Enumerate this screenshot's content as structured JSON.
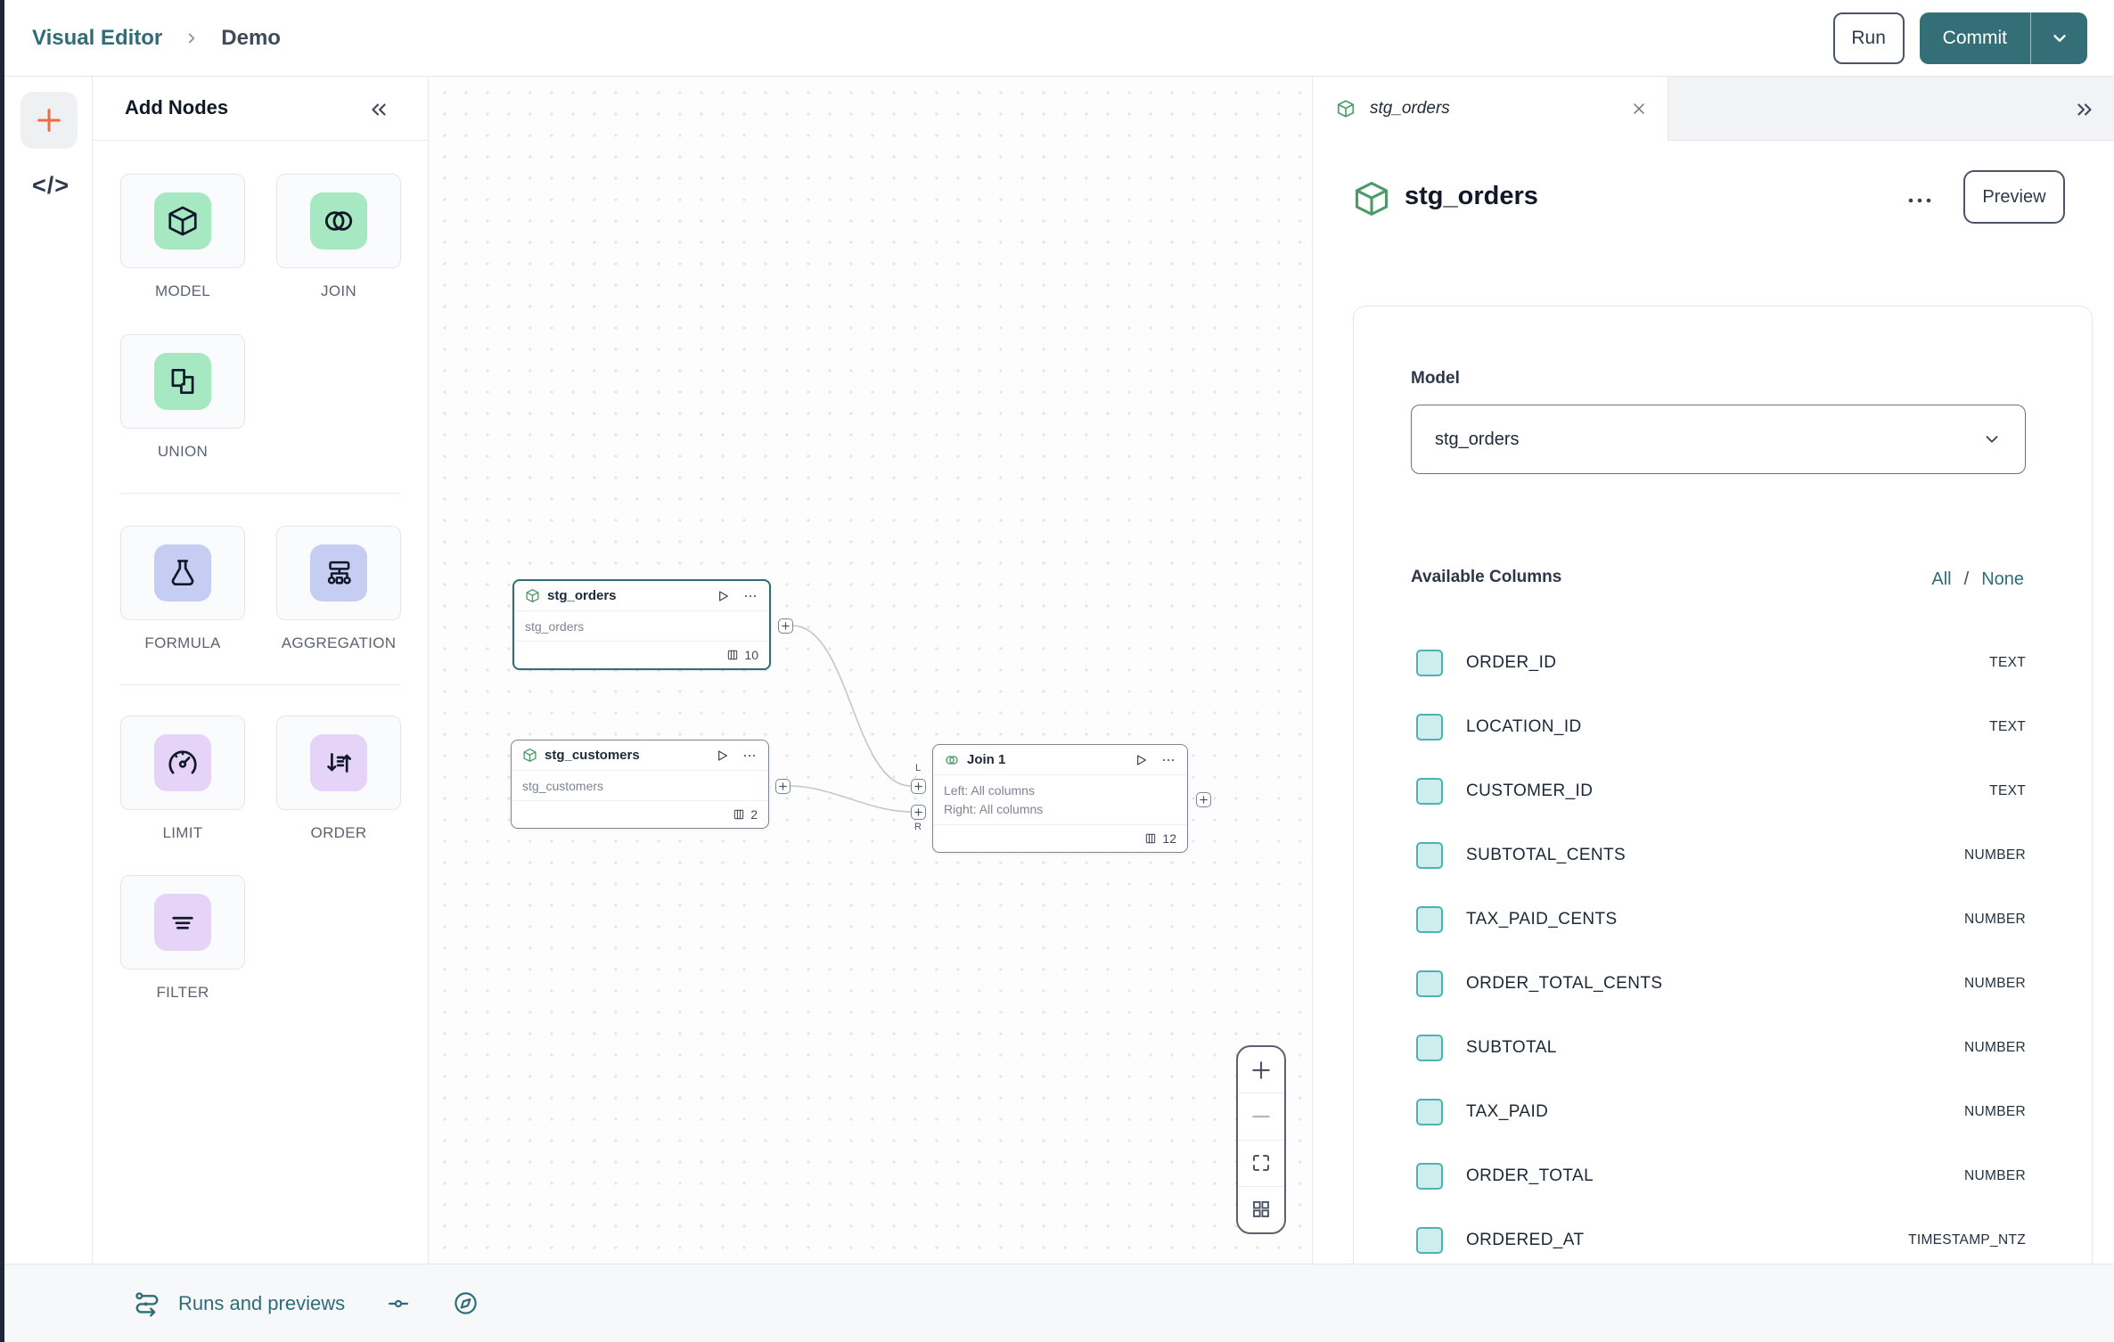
{
  "colors": {
    "brand_teal": "#2e6d77",
    "commit_button": "#346f78",
    "mint_chip": "#a6e8c1",
    "periwinkle_chip": "#c6cdf3",
    "purple_chip": "#e6d4f8",
    "node_icon_green": "#4b9b68",
    "checkbox_fill": "#cdeeec",
    "checkbox_border": "#4fb3ad",
    "add_plus_orange": "#ee6a4b"
  },
  "topbar": {
    "breadcrumb": [
      "Visual Editor",
      "Demo"
    ],
    "run_label": "Run",
    "commit_label": "Commit"
  },
  "left_rail": {
    "code_glyph": "</>"
  },
  "palette": {
    "title": "Add Nodes",
    "groups": [
      {
        "items": [
          {
            "label": "MODEL",
            "icon": "cube-icon"
          },
          {
            "label": "JOIN",
            "icon": "venn-icon"
          },
          {
            "label": "UNION",
            "icon": "union-icon"
          }
        ]
      },
      {
        "items": [
          {
            "label": "FORMULA",
            "icon": "flask-icon"
          },
          {
            "label": "AGGREGATION",
            "icon": "sitemap-icon"
          }
        ]
      },
      {
        "items": [
          {
            "label": "LIMIT",
            "icon": "gauge-icon"
          },
          {
            "label": "ORDER",
            "icon": "sort-icon"
          },
          {
            "label": "FILTER",
            "icon": "filter-icon"
          }
        ]
      }
    ]
  },
  "canvas": {
    "nodes": [
      {
        "title": "stg_orders",
        "subtitle": "stg_orders",
        "columns_count": "10"
      },
      {
        "title": "stg_customers",
        "subtitle": "stg_customers",
        "columns_count": "2"
      },
      {
        "title": "Join 1",
        "body_lines": [
          "Left: All columns",
          "Right: All columns"
        ],
        "columns_count": "12",
        "ports": {
          "left_top": "L",
          "left_bottom": "R"
        }
      }
    ],
    "zoom_controls": [
      "zoom-in",
      "zoom-out",
      "fit-view",
      "grid-view"
    ]
  },
  "inspector": {
    "tab": {
      "title": "stg_orders"
    },
    "header": {
      "title": "stg_orders",
      "preview_label": "Preview"
    },
    "model_section": {
      "label": "Model",
      "selected": "stg_orders"
    },
    "columns_section": {
      "label": "Available Columns",
      "select_all": "All",
      "separator": "/",
      "select_none": "None",
      "columns": [
        {
          "name": "ORDER_ID",
          "type": "TEXT"
        },
        {
          "name": "LOCATION_ID",
          "type": "TEXT"
        },
        {
          "name": "CUSTOMER_ID",
          "type": "TEXT"
        },
        {
          "name": "SUBTOTAL_CENTS",
          "type": "NUMBER"
        },
        {
          "name": "TAX_PAID_CENTS",
          "type": "NUMBER"
        },
        {
          "name": "ORDER_TOTAL_CENTS",
          "type": "NUMBER"
        },
        {
          "name": "SUBTOTAL",
          "type": "NUMBER"
        },
        {
          "name": "TAX_PAID",
          "type": "NUMBER"
        },
        {
          "name": "ORDER_TOTAL",
          "type": "NUMBER"
        },
        {
          "name": "ORDERED_AT",
          "type": "TIMESTAMP_NTZ"
        }
      ]
    }
  },
  "statusbar": {
    "runs_label": "Runs and previews"
  }
}
